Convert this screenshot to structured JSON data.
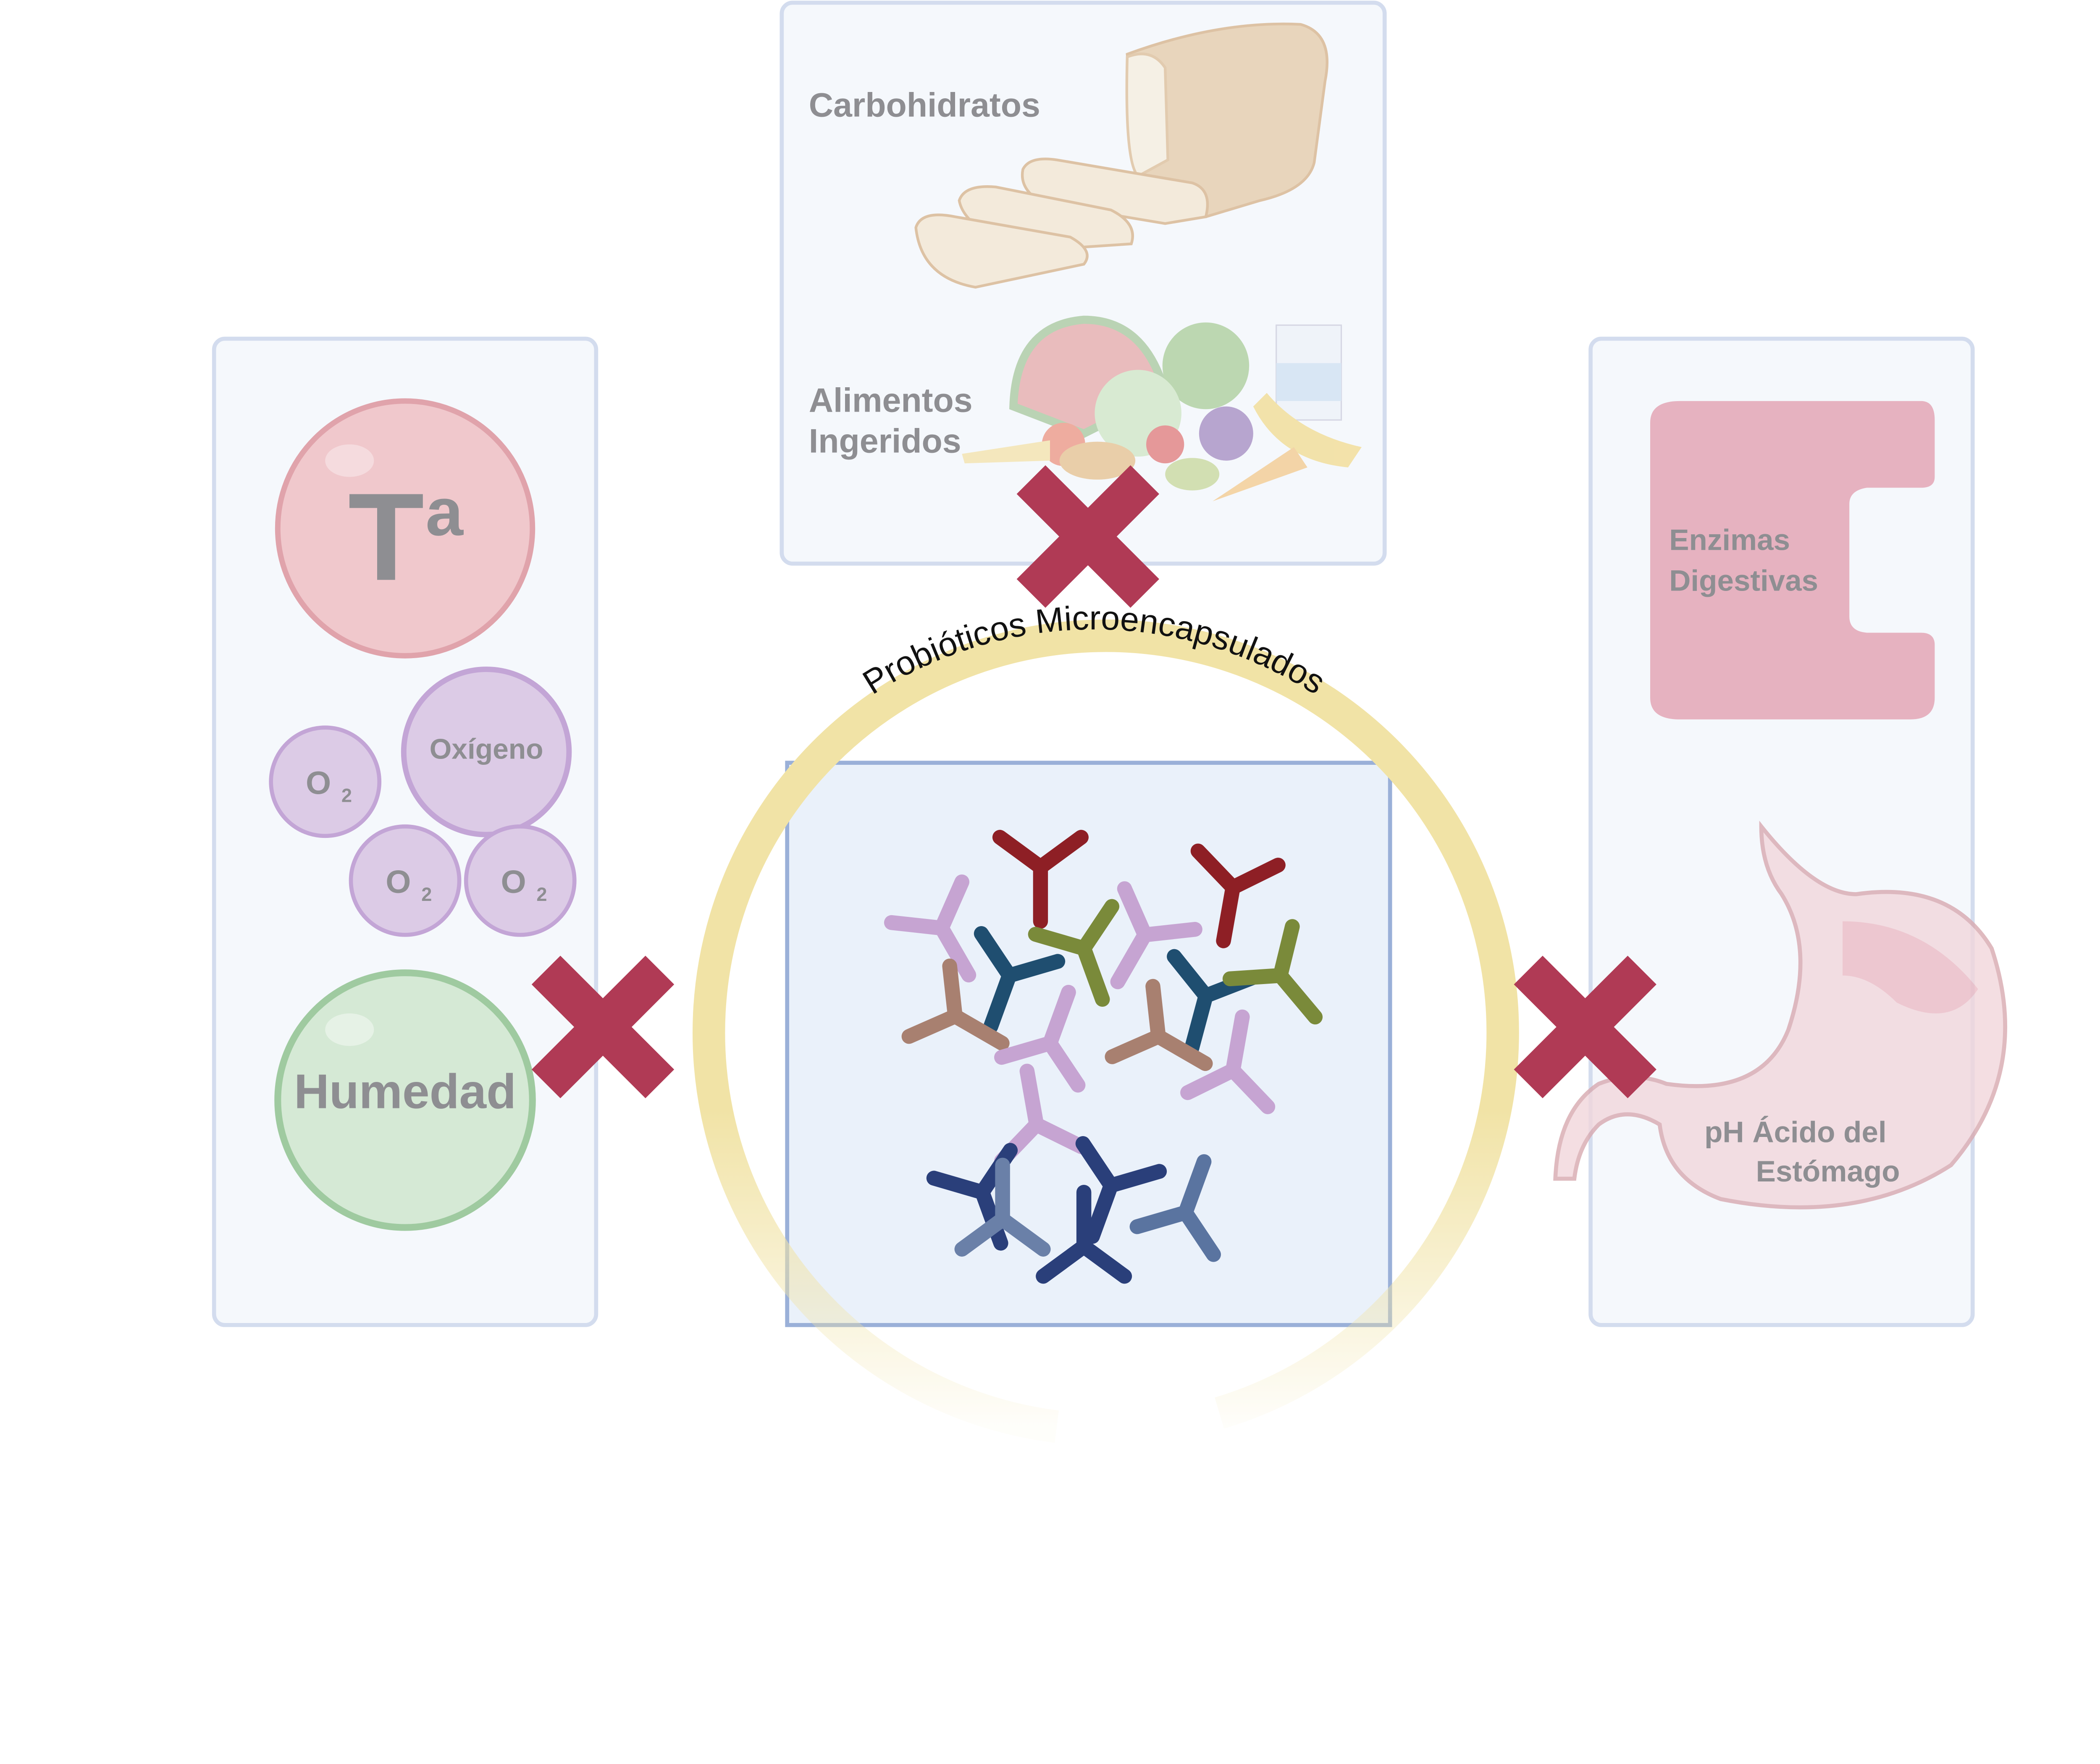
{
  "left_panel": {
    "temperature_label": "T",
    "temperature_superscript": "a",
    "oxygen_label": "Oxígeno",
    "o2_label": "O",
    "o2_subscript": "2",
    "humidity_label": "Humedad"
  },
  "top_panel": {
    "carbs_label": "Carbohidratos",
    "food_label_line1": "Alimentos",
    "food_label_line2": "Ingeridos"
  },
  "center": {
    "ring_label": "Probióticos Microencapsulados"
  },
  "right_panel": {
    "enzymes_line1": "Enzimas",
    "enzymes_line2": "Digestivas",
    "stomach_line1": "pH Ácido del",
    "stomach_line2": "Estómago"
  },
  "colors": {
    "cross": "#b03a55",
    "ring": "#f1e3a6",
    "temperature": "#f0c8cc",
    "oxygen": "#dcc8e6",
    "humidity": "#d4e8d4",
    "enzyme": "#e6b2c0"
  }
}
